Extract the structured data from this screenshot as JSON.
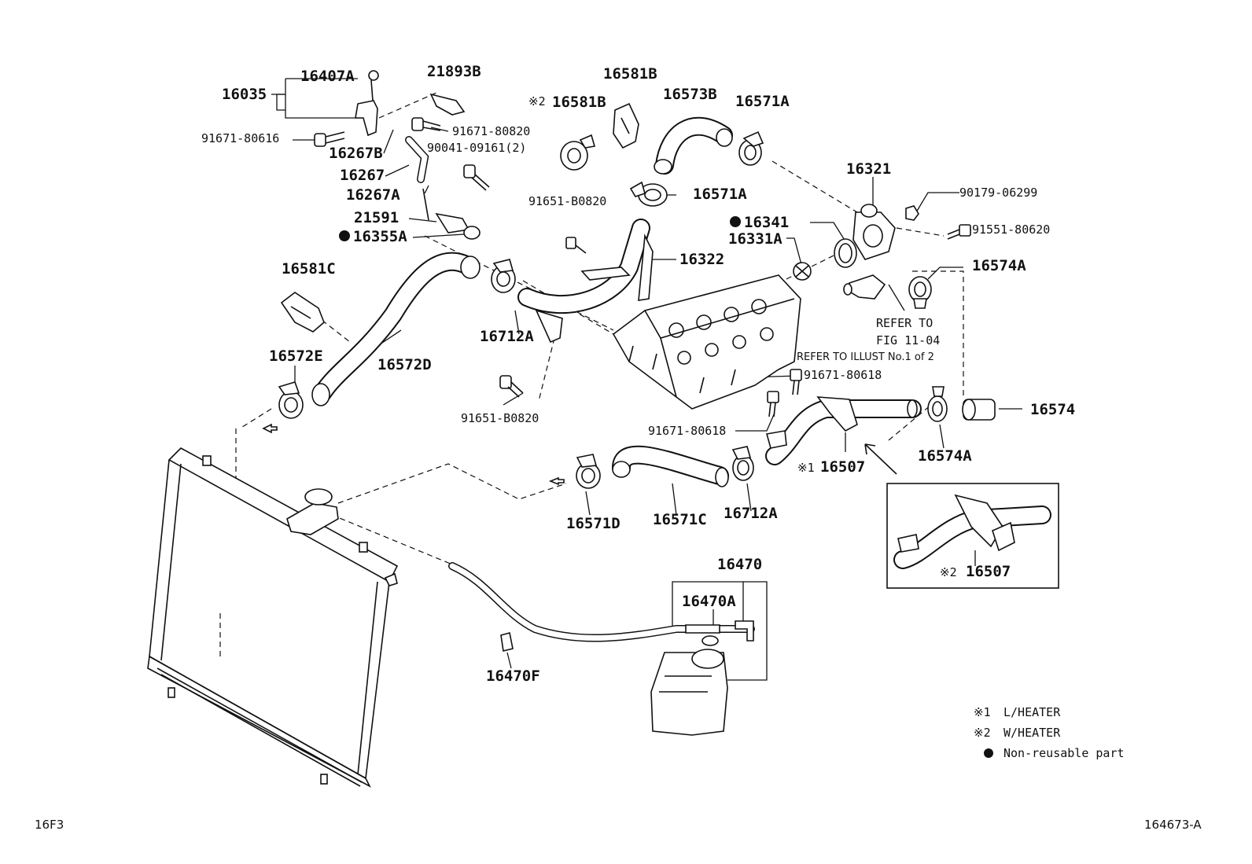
{
  "labels": {
    "p16035": "16035",
    "p16407A": "16407A",
    "p21893B": "21893B",
    "p16581B_top": "16581B",
    "p16581B_w2": "16581B",
    "p16573B": "16573B",
    "p16571A_top": "16571A",
    "p91671_80616": "91671-80616",
    "p91671_80820": "91671-80820",
    "p16267B": "16267B",
    "p90041_09161": "90041-09161(2)",
    "p16267": "16267",
    "p16267A": "16267A",
    "p21591": "21591",
    "p16355A": "16355A",
    "p91651_B0820_top": "91651-B0820",
    "p16571A_mid": "16571A",
    "p16321": "16321",
    "p90179_06299": "90179-06299",
    "p16341": "16341",
    "p91551_80620": "91551-80620",
    "p16331A": "16331A",
    "p16322": "16322",
    "p16574A_top": "16574A",
    "p16581C": "16581C",
    "p16712A_top": "16712A",
    "p16572D": "16572D",
    "p16572E": "16572E",
    "refer_to": "REFER TO",
    "fig_11_04": "FIG 11-04",
    "refer_illust": "REFER TO ILLUST No.1 of 2",
    "p91671_80618_a": "91671-80618",
    "p91671_80618_b": "91671-80618",
    "p16574": "16574",
    "p91651_B0820_bot": "91651-B0820",
    "p16507_l": "16507",
    "p16574A_bot": "16574A",
    "p16571D": "16571D",
    "p16571C": "16571C",
    "p16712A_bot": "16712A",
    "p16507_w": "16507",
    "p16470": "16470",
    "p16470A": "16470A",
    "p16470F": "16470F"
  },
  "marks": {
    "note1": "※1",
    "note2": "※2"
  },
  "legend": {
    "note1_mark": "※1",
    "note1_text": "L/HEATER",
    "note2_mark": "※2",
    "note2_text": "W/HEATER",
    "dot_text": "Non-reusable part"
  },
  "footer": {
    "left_code": "16F3",
    "right_code": "164673-A"
  }
}
